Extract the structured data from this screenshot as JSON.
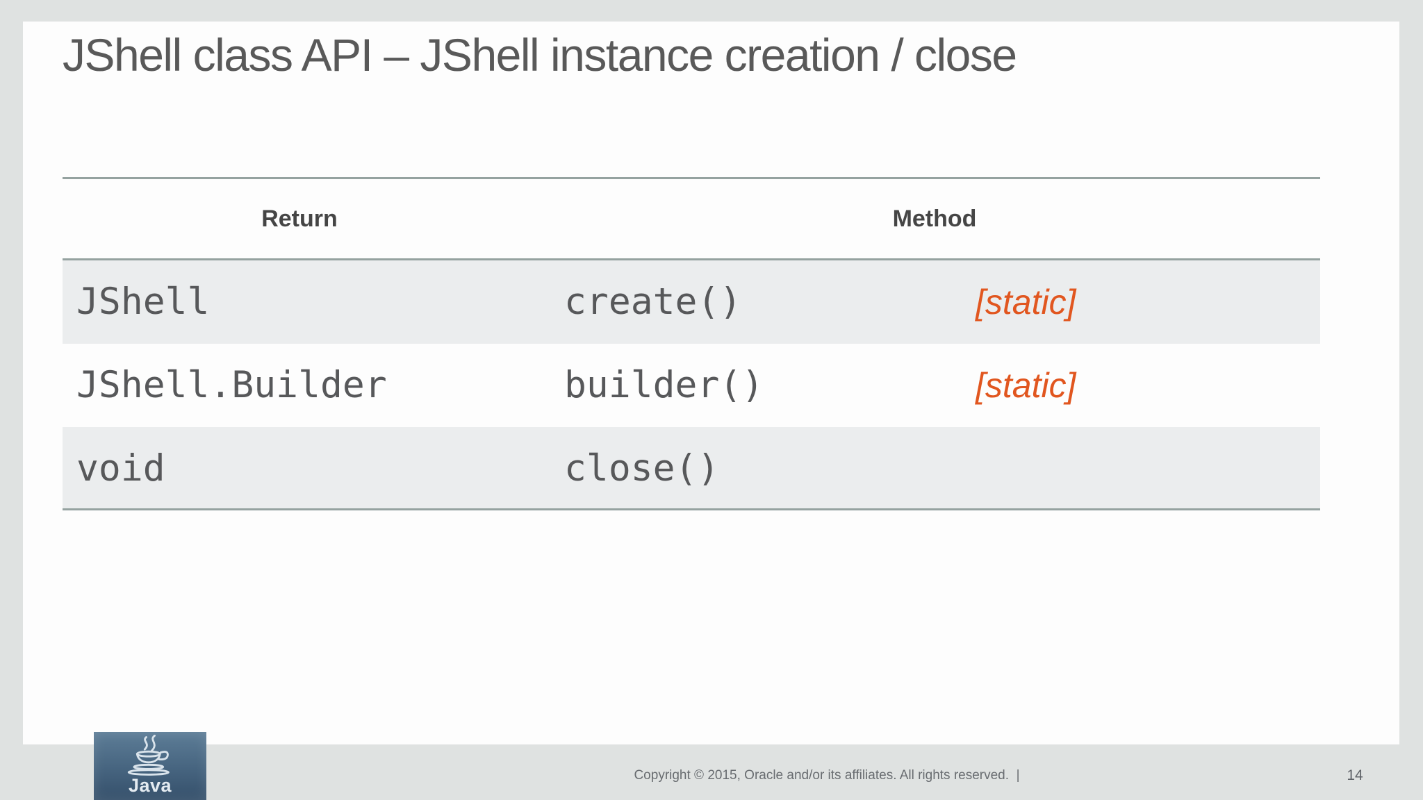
{
  "slide": {
    "title": "JShell class API – JShell instance creation / close",
    "footer": "Copyright © 2015, Oracle and/or its affiliates. All rights reserved.  |",
    "page_number": "14"
  },
  "table": {
    "headers": [
      "Return",
      "Method"
    ],
    "rows": [
      {
        "return": "JShell",
        "method": "create()",
        "modifier": "[static]"
      },
      {
        "return": "JShell.Builder",
        "method": "builder()",
        "modifier": "[static]"
      },
      {
        "return": "void",
        "method": "close()",
        "modifier": ""
      }
    ]
  },
  "logo": {
    "label": "Java"
  },
  "colors": {
    "frame_background": "#dfe2e1",
    "slide_background": "#fdfdfd",
    "row_shaded": "#ebedee",
    "table_border": "#95a2a0",
    "title_text": "#595959",
    "code_text": "#57585a",
    "static_accent": "#e1561f",
    "logo_blue_top": "#5d7d97",
    "logo_blue_bottom": "#35506b"
  }
}
